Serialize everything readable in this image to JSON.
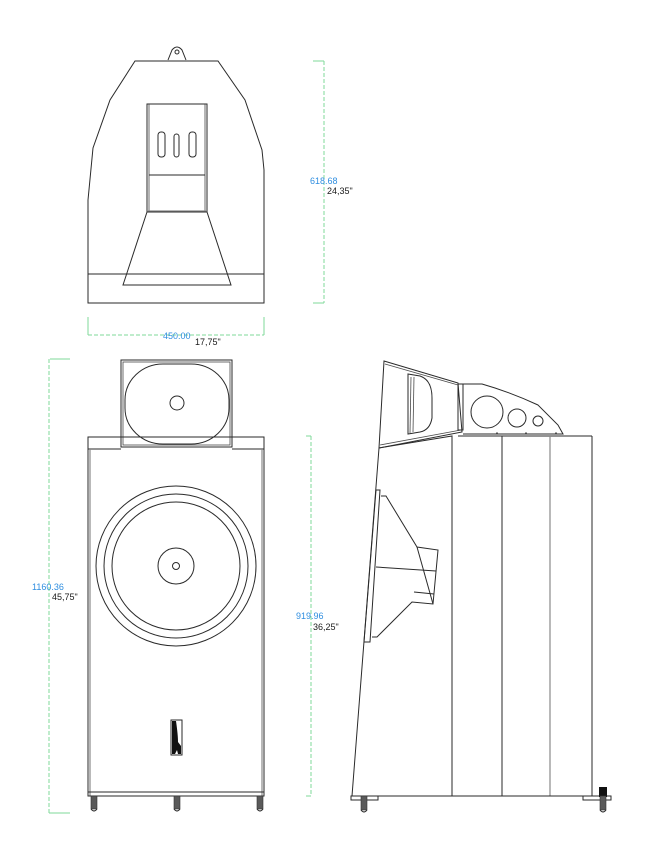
{
  "drawing": {
    "views": [
      {
        "id": "top-view",
        "label": "Top view"
      },
      {
        "id": "front-view",
        "label": "Front view"
      },
      {
        "id": "side-view",
        "label": "Side view"
      }
    ],
    "dimensions": {
      "top_depth": {
        "mm": "618.68",
        "inch": "24,35\""
      },
      "top_width": {
        "mm": "450.00",
        "inch": "17,75\""
      },
      "front_total_height": {
        "mm": "1160.36",
        "inch": "45,75\""
      },
      "front_cabinet_height": {
        "mm": "919.96",
        "inch": "36,25\""
      }
    },
    "colors": {
      "dimension_line": "#7fd89a",
      "metric_text": "#2f8ee0",
      "imperial_text": "#1a1a1a",
      "outline": "#2a2a2a"
    }
  }
}
